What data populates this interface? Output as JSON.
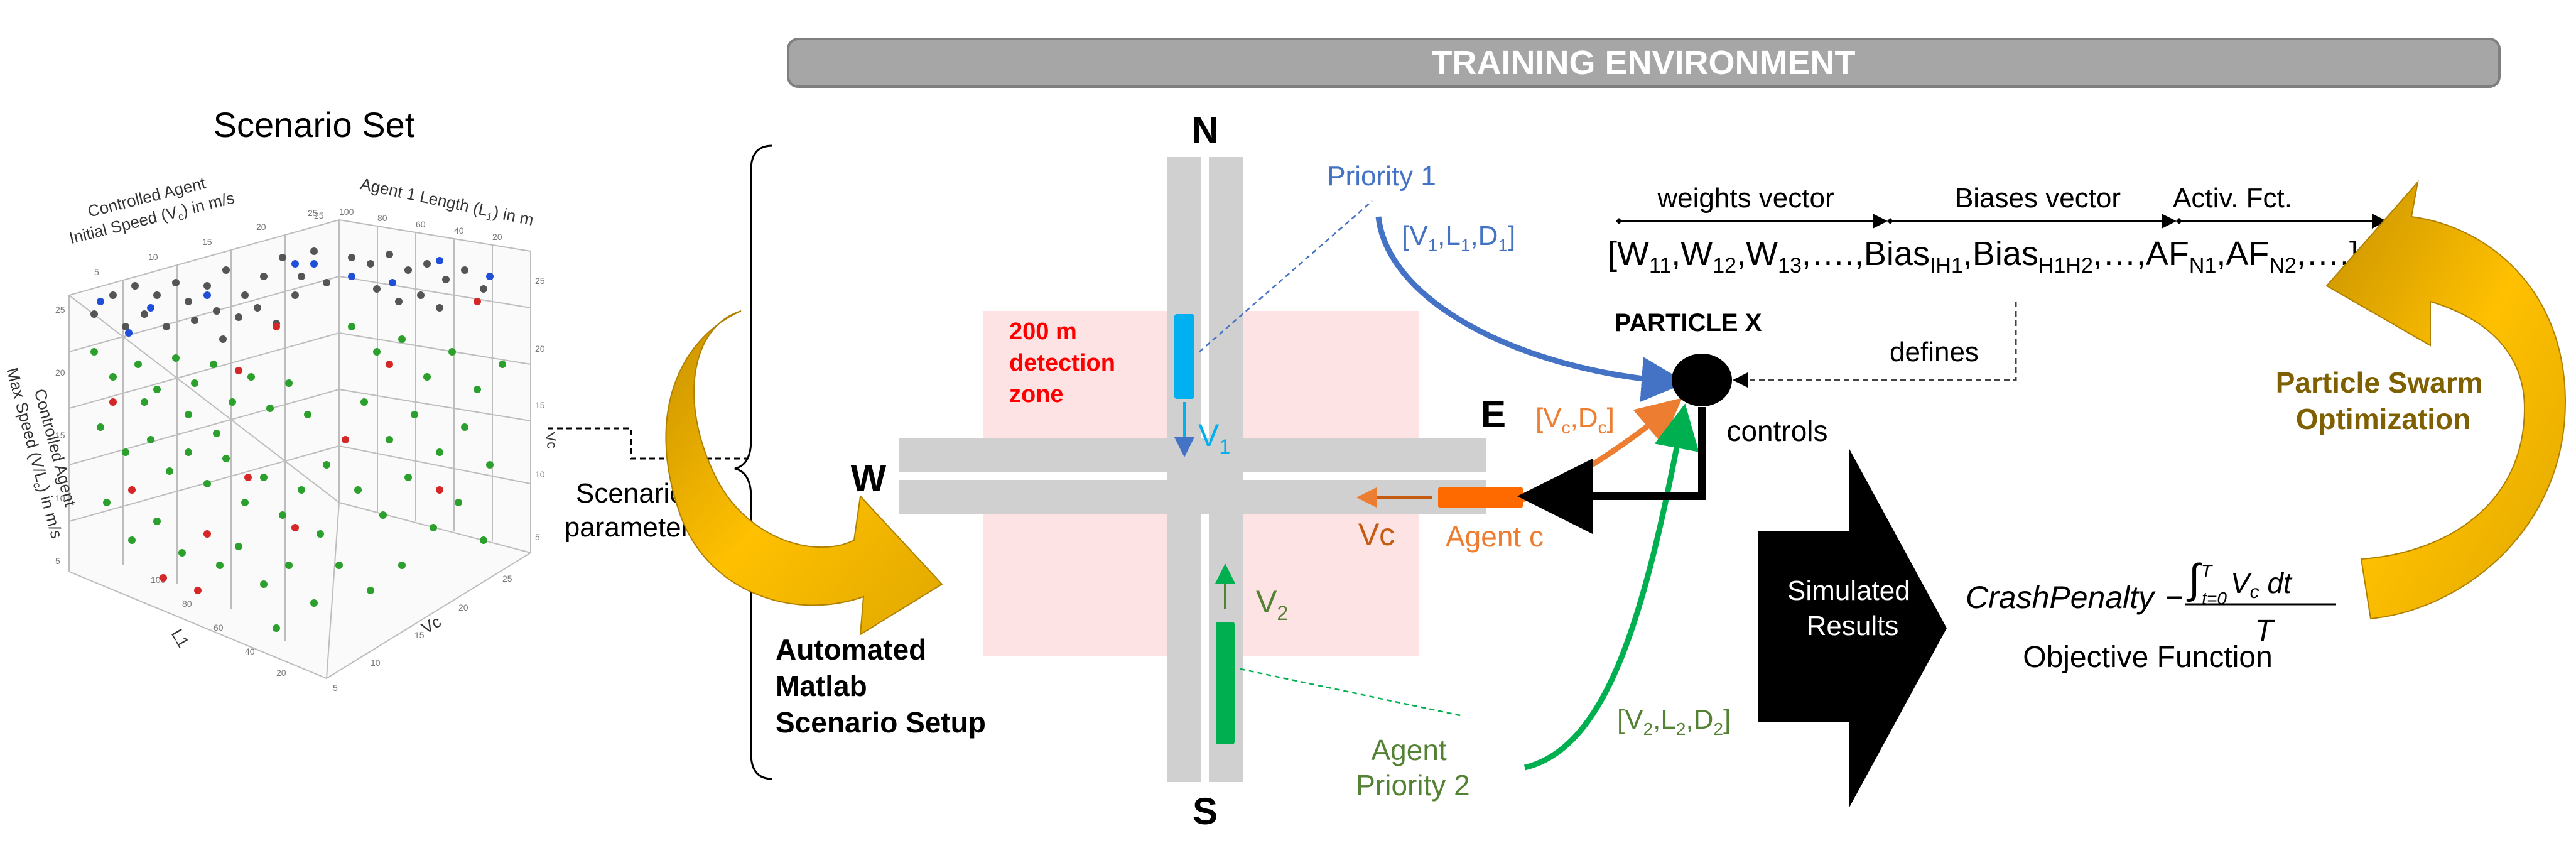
{
  "banner": {
    "title": "TRAINING ENVIRONMENT"
  },
  "scenario_set": {
    "title": "Scenario Set",
    "axis_controlled_initial": [
      "Controlled Agent",
      "Initial Speed (V",
      "c",
      ") in m/s"
    ],
    "axis_agent1_length": [
      "Agent 1 Length (L",
      "1",
      ") in m"
    ],
    "axis_controlled_max": [
      "Controlled Agent",
      "Max Speed (V/L",
      "c",
      ") in m/s"
    ],
    "axis_vc": "Vc",
    "axis_l1": "L1",
    "axis_vc_right": "Vc",
    "ticks_back_left": [
      "5",
      "10",
      "15",
      "20",
      "25"
    ],
    "ticks_back_right": [
      "25",
      "100",
      "80",
      "60",
      "40",
      "20"
    ],
    "ticks_right_edge": [
      "25",
      "20",
      "15",
      "10",
      "5"
    ],
    "ticks_left_vertical": [
      "25",
      "20",
      "15",
      "10",
      "5"
    ],
    "ticks_bottom_left": [
      "100",
      "80",
      "60",
      "40",
      "20"
    ],
    "ticks_bottom_right": [
      "5",
      "10",
      "15",
      "20",
      "25"
    ],
    "point_colors": {
      "green": "#2ca02c",
      "red": "#d62728",
      "blue": "#1f4fd8",
      "gray": "#555555"
    }
  },
  "scenario_parameters": [
    "Scenario",
    "parameters"
  ],
  "automated_setup": [
    "Automated",
    "Matlab",
    "Scenario Setup"
  ],
  "intersection": {
    "north": "N",
    "south": "S",
    "east": "E",
    "west": "W",
    "detection_zone": [
      "200 m",
      "detection",
      "zone"
    ],
    "v1": "V",
    "v1_sub": "1",
    "v2": "V",
    "v2_sub": "2",
    "vc": "Vc",
    "agent_c": "Agent c",
    "priority1": "Priority 1",
    "priority1_tuple": [
      "[V",
      "1",
      ",L",
      "1",
      ",D",
      "1",
      "]"
    ],
    "agent_priority2": [
      "Agent",
      "Priority 2"
    ],
    "priority2_tuple": [
      "[V",
      "2",
      ",L",
      "2",
      ",D",
      "2",
      "]"
    ],
    "controlled_tuple": [
      "[V",
      "c",
      ",D",
      "c",
      "]"
    ]
  },
  "particle": {
    "label": "PARTICLE X",
    "controls": "controls",
    "defines": "defines"
  },
  "vector": {
    "weights": "weights vector",
    "biases": "Biases  vector",
    "activ": "Activ. Fct.",
    "expression": [
      "[W",
      "11",
      ",W",
      "12",
      ",W",
      "13",
      ",….,Bias",
      "IH1",
      ",Bias",
      "H1H2",
      ",…,AF",
      "N1",
      ",AF",
      "N2",
      ",….]"
    ]
  },
  "simulated_results": [
    "Simulated",
    "Results"
  ],
  "objective": {
    "crash_penalty": "CrashPenalty",
    "minus": "−",
    "integral": "∫",
    "lower": "t=0",
    "upper": "T",
    "integrand": "V",
    "integrand_sub": "c",
    "dt": " dt",
    "denominator": "T",
    "label": "Objective Function"
  },
  "pso": [
    "Particle Swarm",
    "Optimization"
  ],
  "colors": {
    "blue": "#4472c4",
    "orange": "#ed7d31",
    "green": "#00b050",
    "olive": "#7f6000",
    "gold": "#f0b400",
    "red": "#ff0000",
    "zone": "#fde3e3",
    "road": "#d0d0d0",
    "banner": "#a6a6a6"
  }
}
